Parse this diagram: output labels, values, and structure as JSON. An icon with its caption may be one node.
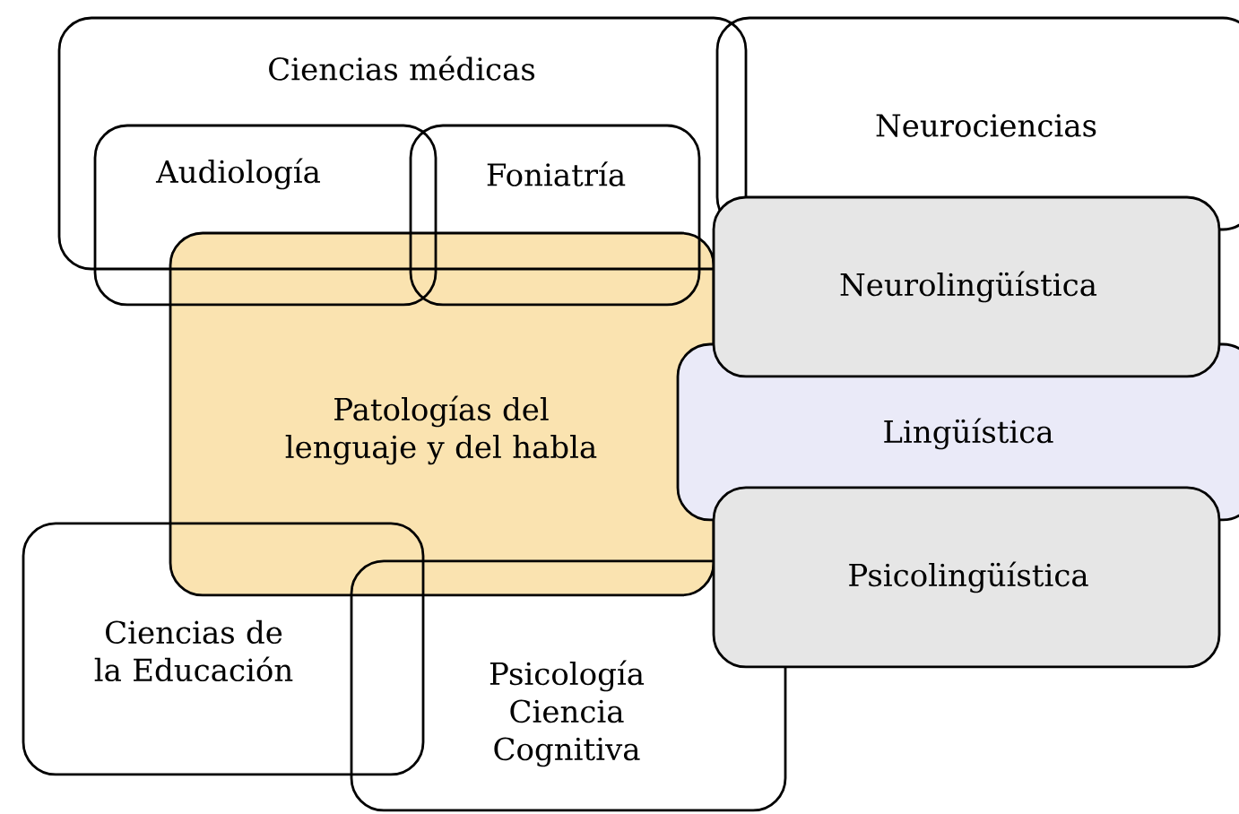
{
  "diagram": {
    "nodes": [
      {
        "text": [
          "Ciencias médicas"
        ]
      },
      {
        "text": [
          "Audiología"
        ]
      },
      {
        "text": [
          "Foniatría"
        ]
      },
      {
        "text": [
          "Neurociencias"
        ]
      },
      {
        "text": [
          "Patologías del lenguaje y del habla"
        ]
      },
      {
        "text": [
          "Neurolingüística"
        ]
      },
      {
        "text": [
          "Lingüística"
        ]
      },
      {
        "text": [
          "Psicolingüística"
        ]
      },
      {
        "text": [
          "Ciencias de la Educación"
        ]
      },
      {
        "text": [
          "Psicología Ciencia Cognitiva"
        ]
      }
    ]
  }
}
